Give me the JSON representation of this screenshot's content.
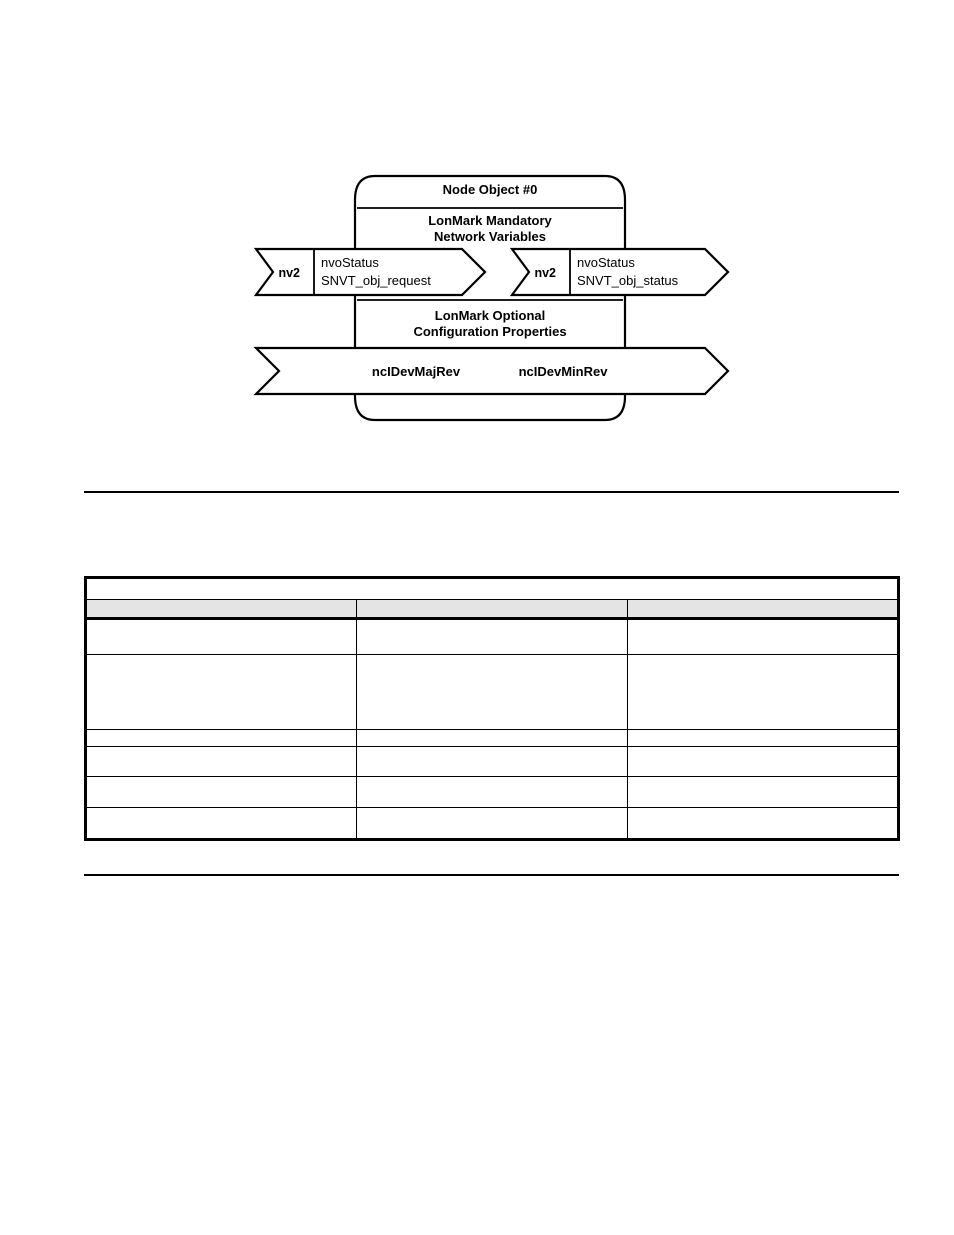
{
  "figure": {
    "object_title": "Node Object #0",
    "mandatory_section": {
      "line1": "LonMark Mandatory",
      "line2": "Network Variables"
    },
    "optional_section": {
      "line1": "LonMark Optional",
      "line2": "Configuration Properties"
    },
    "network_variables": [
      {
        "tag": "nv2",
        "name": "nvoStatus",
        "type": "SNVT_obj_request"
      },
      {
        "tag": "nv2",
        "name": "nvoStatus",
        "type": "SNVT_obj_status"
      }
    ],
    "configuration_properties": [
      "ncIDevMajRev",
      "ncIDevMinRev"
    ]
  },
  "table": {
    "title_cell": "",
    "headers": [
      "",
      "",
      ""
    ],
    "rows": [
      [
        "",
        "",
        ""
      ],
      [
        "",
        "",
        ""
      ],
      [
        "",
        "",
        ""
      ],
      [
        "",
        "",
        ""
      ],
      [
        "",
        "",
        ""
      ],
      [
        "",
        "",
        ""
      ]
    ]
  },
  "colors": {
    "header_fill": "#e4e4e4",
    "stroke": "#000000",
    "page_background": "#ffffff"
  }
}
